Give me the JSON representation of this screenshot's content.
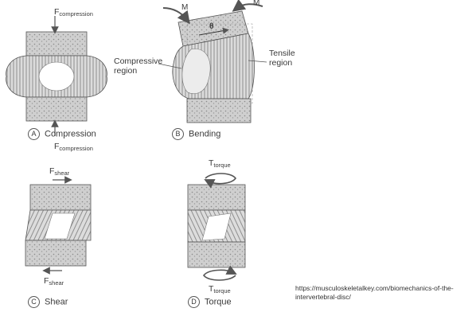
{
  "panels": {
    "a": {
      "letter": "A",
      "caption": "Compression",
      "force_top": "F",
      "force_top_sub": "compression",
      "force_bottom": "F",
      "force_bottom_sub": "compression"
    },
    "b": {
      "letter": "B",
      "caption": "Bending",
      "moment_left": "M",
      "moment_right": "M",
      "angle": "θ",
      "compressive": "Compressive",
      "compressive2": "region",
      "tensile": "Tensile",
      "tensile2": "region"
    },
    "c": {
      "letter": "C",
      "caption": "Shear",
      "force_top": "F",
      "force_top_sub": "shear",
      "force_bottom": "F",
      "force_bottom_sub": "shear"
    },
    "d": {
      "letter": "D",
      "caption": "Torque",
      "torque_top": "T",
      "torque_top_sub": "torque",
      "torque_bottom": "T",
      "torque_bottom_sub": "torque"
    }
  },
  "source_url": "https://musculoskeletalkey.com/biomechanics-of-the-intervertebral-disc/"
}
